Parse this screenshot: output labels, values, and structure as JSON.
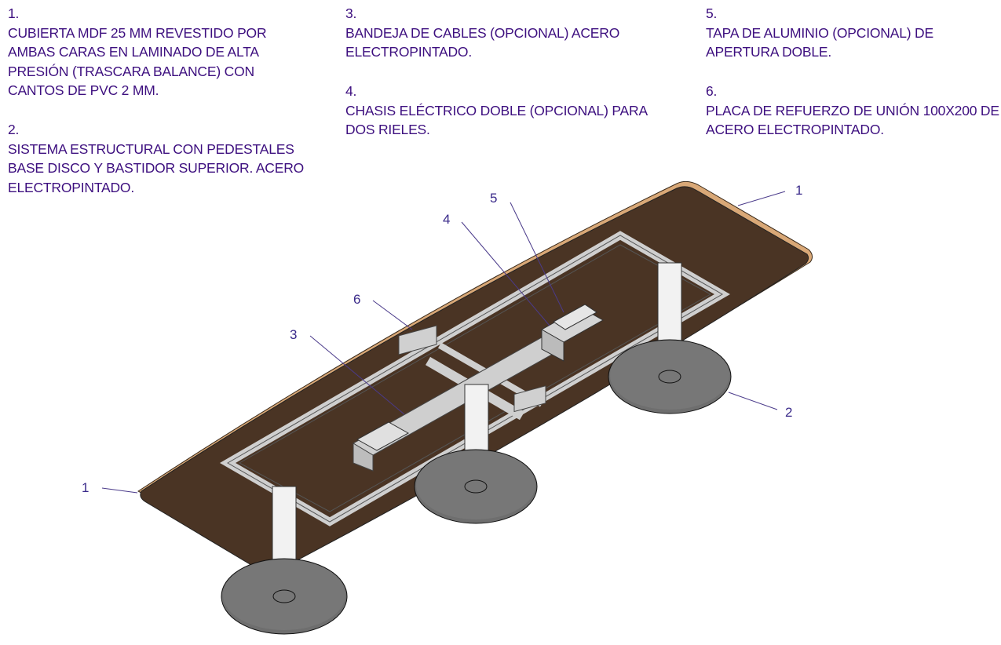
{
  "notes": [
    {
      "number": "1.",
      "lines": [
        "CUBIERTA MDF 25 MM REVESTIDO POR",
        "AMBAS CARAS EN LAMINADO DE ALTA",
        "PRESIÓN (TRASCARA BALANCE) CON",
        "CANTOS DE PVC 2 MM."
      ]
    },
    {
      "number": "2.",
      "lines": [
        "SISTEMA ESTRUCTURAL CON PEDESTALES",
        "BASE DISCO Y BASTIDOR SUPERIOR. ACERO",
        "ELECTROPINTADO."
      ]
    },
    {
      "number": "3.",
      "lines": [
        "BANDEJA DE CABLES (OPCIONAL) ACERO",
        "ELECTROPINTADO."
      ]
    },
    {
      "number": "4.",
      "lines": [
        "CHASIS ELÉCTRICO DOBLE (OPCIONAL) PARA",
        "DOS RIELES."
      ]
    },
    {
      "number": "5.",
      "lines": [
        "TAPA DE ALUMINIO (OPCIONAL) DE",
        "APERTURA DOBLE."
      ]
    },
    {
      "number": "6.",
      "lines": [
        "PLACA DE REFUERZO DE UNIÓN 100X200 DE",
        "ACERO ELECTROPINTADO."
      ]
    }
  ],
  "callouts": {
    "c1a": "1",
    "c1b": "1",
    "c2": "2",
    "c3": "3",
    "c4": "4",
    "c5": "5",
    "c6": "6"
  },
  "colors": {
    "text": "#3d0f7f",
    "tabletop": "#4a3424",
    "edge": "#d9a877",
    "steel": "#c8c8c8",
    "disc": "#6e6e6e"
  }
}
